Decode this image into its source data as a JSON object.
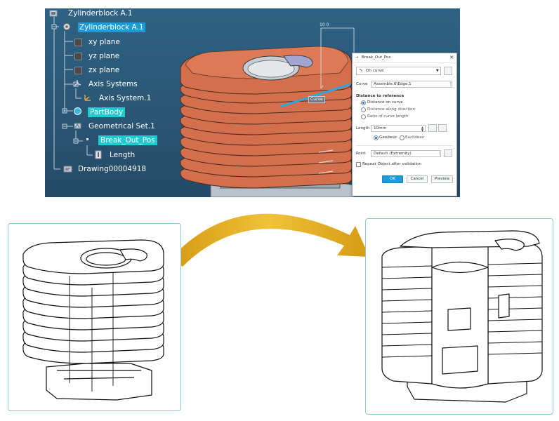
{
  "tree": {
    "root_label": "Zylinderblock A.1",
    "part_label": "Zylinderblock A.1",
    "xy_plane": "xy plane",
    "yz_plane": "yz plane",
    "zx_plane": "zx plane",
    "axis_systems": "Axis Systems",
    "axis_system_1": "Axis System.1",
    "part_body": "PartBody",
    "geometrical_set": "Geometrical Set.1",
    "break_out": "Break_Out_Pos",
    "length": "Length",
    "drawing": "Drawing00004918"
  },
  "viewport": {
    "dimension_label": "10 0",
    "curve_tag": "Curve"
  },
  "dialog": {
    "title": "Break_Out_Pos",
    "type_value": "On curve",
    "curve_label": "Curve",
    "curve_value": "Assemble.6\\Edge.1",
    "distance_heading": "Distance to reference",
    "opt_distance_on_curve": "Distance on curve",
    "opt_distance_along_direction": "Distance along direction",
    "opt_ratio": "Ratio of curve length",
    "length_label": "Length",
    "length_value": "10mm",
    "geodesic": "Geodesic",
    "euclidean": "Euclidean",
    "point_label": "Point",
    "point_value": "Default (Extremity)",
    "repeat_label": "Repeat Object after validation",
    "ok": "OK",
    "cancel": "Cancel",
    "preview": "Preview"
  },
  "colors": {
    "viewport_bg": "#2b5876",
    "fin_color": "#d46f4d",
    "selection": "#1d9bd8",
    "highlight": "#1fcad1",
    "arrow": "#e8b11c",
    "panel_border": "#8ac9e0"
  }
}
